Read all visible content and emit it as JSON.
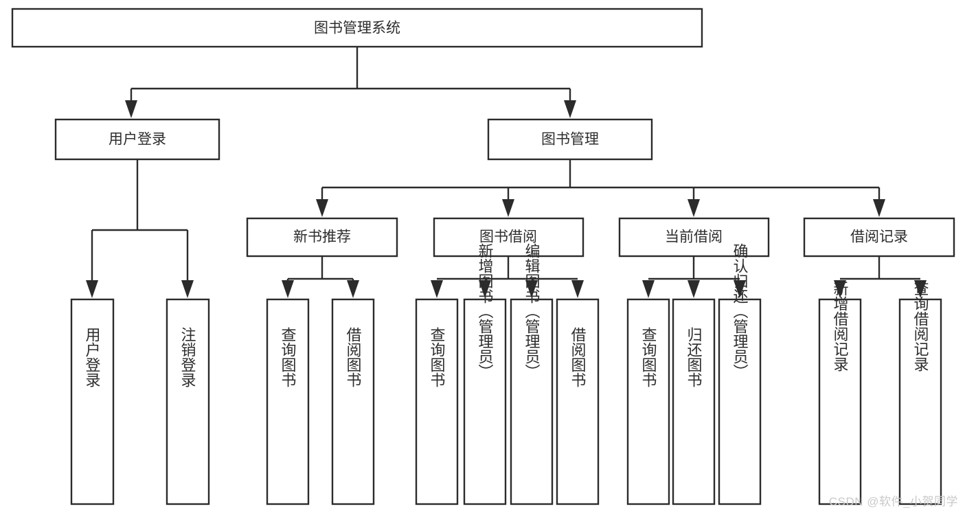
{
  "diagram": {
    "title": "图书管理系统",
    "type": "tree-hierarchy",
    "watermark": "CSDN @软件_小贺同学",
    "colors": {
      "stroke": "#2b2b2b",
      "text": "#2d2d2d",
      "background": "#ffffff",
      "watermark": "#c9c9c9"
    },
    "levels": {
      "root": {
        "label": "图书管理系统"
      },
      "level2": [
        {
          "label": "用户登录"
        },
        {
          "label": "图书管理"
        }
      ],
      "level3": [
        {
          "label": "新书推荐"
        },
        {
          "label": "图书借阅"
        },
        {
          "label": "当前借阅"
        },
        {
          "label": "借阅记录"
        }
      ]
    },
    "leaves": {
      "user_login": [
        {
          "label": "用户登录"
        },
        {
          "label": "注销登录"
        }
      ],
      "new_book_recommend": [
        {
          "label": "查询图书"
        },
        {
          "label": "借阅图书"
        }
      ],
      "book_borrow": [
        {
          "label": "查询图书"
        },
        {
          "label": "新增图书（管理员）"
        },
        {
          "label": "编辑图书（管理员）"
        },
        {
          "label": "借阅图书"
        }
      ],
      "current_borrow": [
        {
          "label": "查询图书"
        },
        {
          "label": "归还图书"
        },
        {
          "label": "确认归还（管理员）"
        }
      ],
      "borrow_record": [
        {
          "label": "新增借阅记录"
        },
        {
          "label": "查询借阅记录"
        }
      ]
    }
  }
}
